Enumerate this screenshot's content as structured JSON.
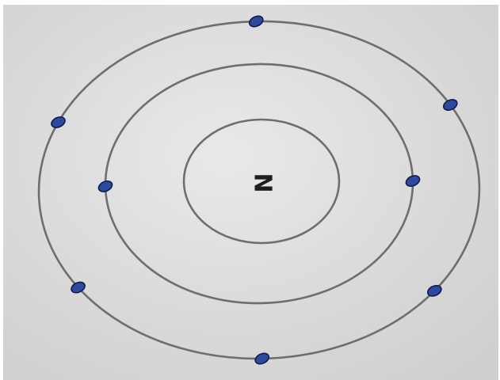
{
  "diagram": {
    "nucleus_label": "N",
    "shells": [
      {
        "name": "nucleus-circle",
        "electrons": []
      },
      {
        "name": "inner-shell",
        "electrons": [
          0,
          180
        ]
      },
      {
        "name": "outer-shell",
        "electrons": [
          -90,
          -29,
          38,
          90,
          146,
          205
        ]
      }
    ],
    "colors": {
      "paper": "#dcdcdc",
      "pencil": "#6e6e6e",
      "electron": "#2e4a9e",
      "electron_outline": "#0e1a4a",
      "label": "#1e1e1e"
    }
  }
}
